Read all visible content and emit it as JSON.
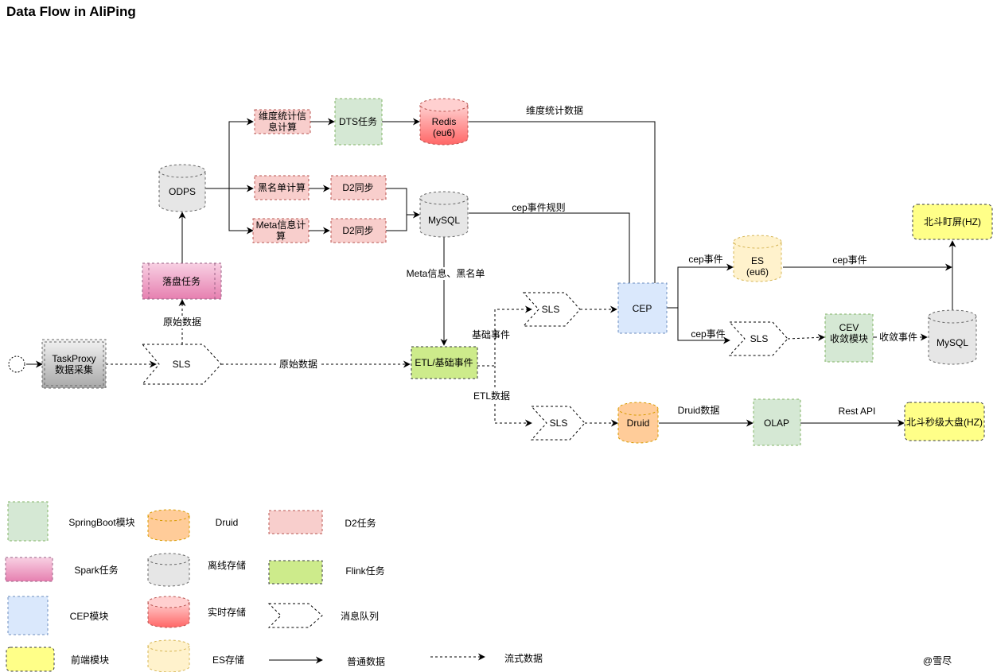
{
  "title": "Data Flow in AliPing",
  "colors": {
    "springboot": "#d5e8d4",
    "spark": "#e680b0",
    "cep": "#dae8fc",
    "frontend": "#ffff88",
    "druid": "#ffcc99",
    "offline": "#e6e6e6",
    "realtime": "#ff6666",
    "es": "#fff2cc",
    "d2": "#f8cecc",
    "flink": "#cdeb8b"
  },
  "nodes": {
    "dim_stat": [
      "维度统计信",
      "息计算"
    ],
    "dts": "DTS任务",
    "redis": [
      "Redis",
      "(eu6)"
    ],
    "odps": "ODPS",
    "blacklist": "黑名单计算",
    "d2_sync_1": "D2同步",
    "meta_calc": [
      "Meta信息计",
      "算"
    ],
    "d2_sync_2": "D2同步",
    "mysql_1": "MySQL",
    "spark_job": "落盘任务",
    "taskproxy": [
      "TaskProxy",
      "数据采集"
    ],
    "sls_main": "SLS",
    "etl": "ETL/基础事件",
    "sls_cep": "SLS",
    "cep": "CEP",
    "es": [
      "ES",
      "(eu6)"
    ],
    "sls_cev": "SLS",
    "cev": [
      "CEV",
      "收敛模块"
    ],
    "mysql_2": "MySQL",
    "beidou_screen": "北斗盯屏(HZ)",
    "sls_druid": "SLS",
    "druid": "Druid",
    "olap": "OLAP",
    "beidou_dash": "北斗秒级大盘(HZ)"
  },
  "edges": {
    "dim_data": "维度统计数据",
    "cep_rules": "cep事件规则",
    "meta_blacklist": "Meta信息、黑名单",
    "raw_up": "原始数据",
    "raw_right": "原始数据",
    "base_event": "基础事件",
    "etl_data": "ETL数据",
    "cep_event_1": "cep事件",
    "cep_event_2": "cep事件",
    "cep_event_3": "cep事件",
    "converge_event": "收敛事件",
    "druid_data": "Druid数据",
    "rest_api": "Rest API"
  },
  "legend": {
    "springboot": "SpringBoot模块",
    "druid": "Druid",
    "d2": "D2任务",
    "spark": "Spark任务",
    "offline": "离线存储",
    "flink": "Flink任务",
    "cep": "CEP模块",
    "realtime": "实时存储",
    "mq": "消息队列",
    "frontend": "前端模块",
    "es": "ES存储",
    "normal": "普通数据",
    "stream": "流式数据"
  },
  "author": "@雪尽"
}
